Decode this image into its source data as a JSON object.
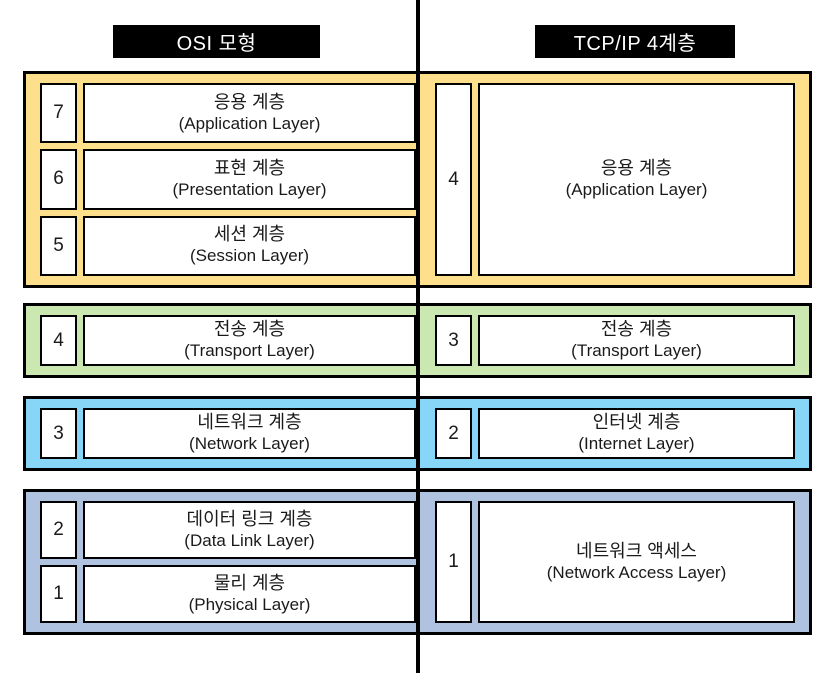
{
  "titles": {
    "osi": "OSI 모형",
    "tcpip": "TCP/IP 4계층"
  },
  "colors": {
    "application_band": "#FDDF8C",
    "transport_band": "#CBE8B0",
    "internet_band": "#87D6F7",
    "access_band": "#AFC3E0",
    "border": "#000000",
    "box_fill": "#FFFFFF",
    "title_bar": "#000000",
    "title_text": "#FFFFFF"
  },
  "bands": [
    {
      "id": "application",
      "color": "#FDDF8C",
      "osi_layers": [
        {
          "number": "7",
          "name_ko": "응용 계층",
          "name_en": "(Application Layer)"
        },
        {
          "number": "6",
          "name_ko": "표현 계층",
          "name_en": "(Presentation Layer)"
        },
        {
          "number": "5",
          "name_ko": "세션 계층",
          "name_en": "(Session Layer)"
        }
      ],
      "tcpip_layers": [
        {
          "number": "4",
          "name_ko": "응용 계층",
          "name_en": "(Application Layer)"
        }
      ]
    },
    {
      "id": "transport",
      "color": "#CBE8B0",
      "osi_layers": [
        {
          "number": "4",
          "name_ko": "전송 계층",
          "name_en": "(Transport Layer)"
        }
      ],
      "tcpip_layers": [
        {
          "number": "3",
          "name_ko": "전송 계층",
          "name_en": "(Transport Layer)"
        }
      ]
    },
    {
      "id": "internet",
      "color": "#87D6F7",
      "osi_layers": [
        {
          "number": "3",
          "name_ko": "네트워크 계층",
          "name_en": "(Network Layer)"
        }
      ],
      "tcpip_layers": [
        {
          "number": "2",
          "name_ko": "인터넷 계층",
          "name_en": "(Internet Layer)"
        }
      ]
    },
    {
      "id": "access",
      "color": "#AFC3E0",
      "osi_layers": [
        {
          "number": "2",
          "name_ko": "데이터 링크 계층",
          "name_en": "(Data Link Layer)"
        },
        {
          "number": "1",
          "name_ko": "물리 계층",
          "name_en": "(Physical Layer)"
        }
      ],
      "tcpip_layers": [
        {
          "number": "1",
          "name_ko": "네트워크 액세스",
          "name_en": "(Network Access Layer)"
        }
      ]
    }
  ]
}
